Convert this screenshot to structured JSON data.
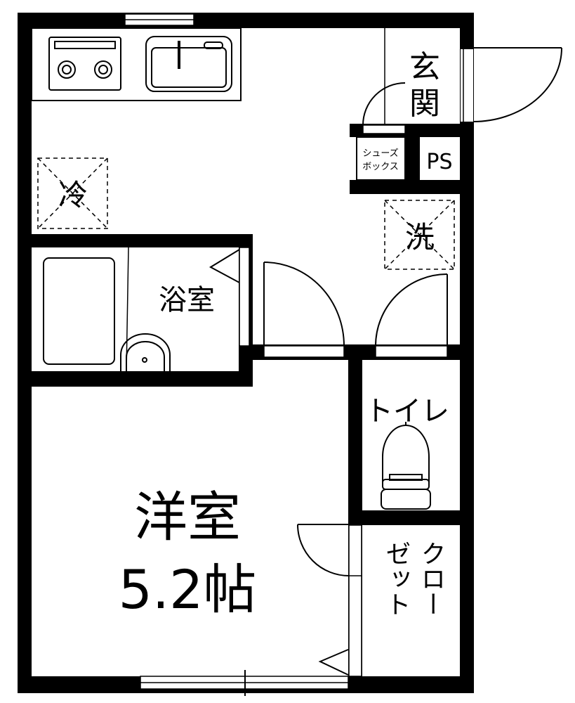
{
  "rooms": {
    "western_room": {
      "label_line1": "洋室",
      "label_line2": "5.2帖"
    },
    "bathroom": "浴室",
    "entrance": "玄関",
    "shoe_box_line1": "シューズ",
    "shoe_box_line2": "ボックス",
    "pipe_space": "PS",
    "refrigerator": "冷",
    "washer": "洗",
    "toilet": "トイレ",
    "closet_col1": "クロー",
    "closet_col2": "ゼット"
  },
  "colors": {
    "wall": "#000000",
    "background": "#ffffff"
  }
}
